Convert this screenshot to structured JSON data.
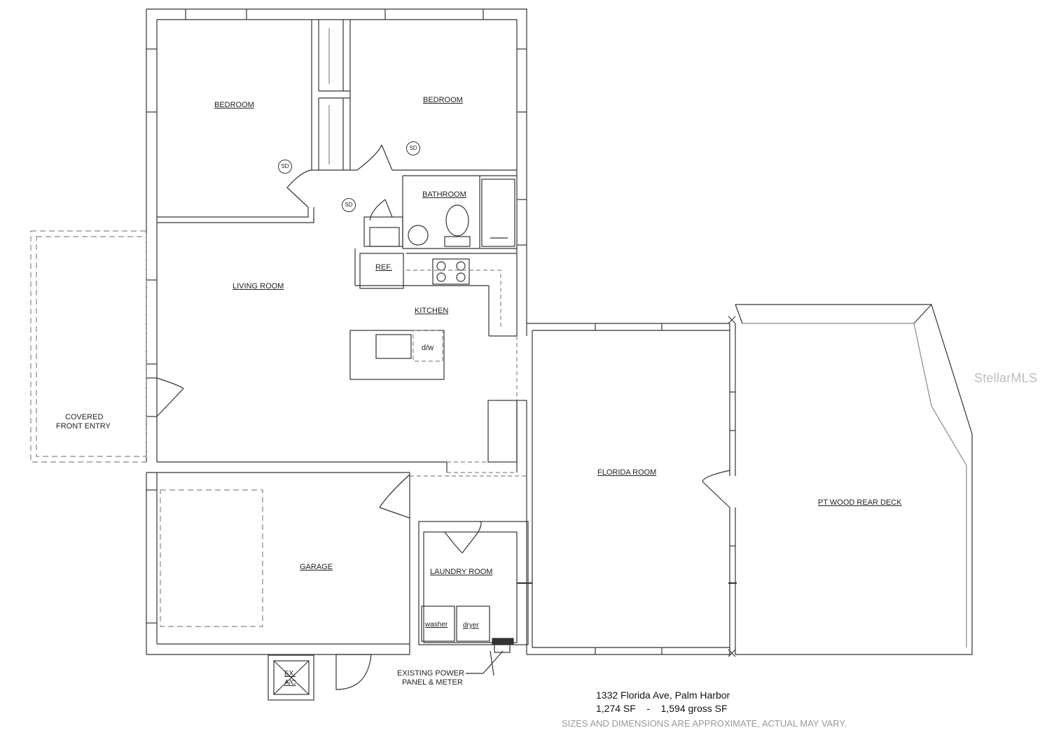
{
  "rooms": {
    "bedroom_left": "BEDROOM",
    "bedroom_right": "BEDROOM",
    "bathroom": "BATHROOM",
    "living_room": "LIVING ROOM",
    "kitchen": "KITCHEN",
    "covered_front_entry_line1": "COVERED",
    "covered_front_entry_line2": "FRONT ENTRY",
    "florida_room": "FLORIDA ROOM",
    "rear_deck": "PT WOOD REAR DECK",
    "garage": "GARAGE",
    "laundry_room": "LAUNDRY ROOM"
  },
  "fixtures": {
    "refrigerator": "REF.",
    "dishwasher": "d/w",
    "washer": "washer",
    "dryer": "dryer",
    "smoke_detector": "SD",
    "ac_unit_line1": "EX.",
    "ac_unit_line2": "A/C",
    "power_panel_line1": "EXISTING POWER",
    "power_panel_line2": "PANEL & METER"
  },
  "caption": {
    "address": "1332 Florida Ave, Palm Harbor",
    "area": "1,274 SF    -    1,594 gross SF",
    "disclaimer": "SIZES AND DIMENSIONS ARE APPROXIMATE, ACTUAL MAY VARY."
  },
  "watermark": "StellarMLS",
  "colors": {
    "line": "#333333",
    "dashed": "#888888",
    "watermark": "#bfbfbf"
  }
}
